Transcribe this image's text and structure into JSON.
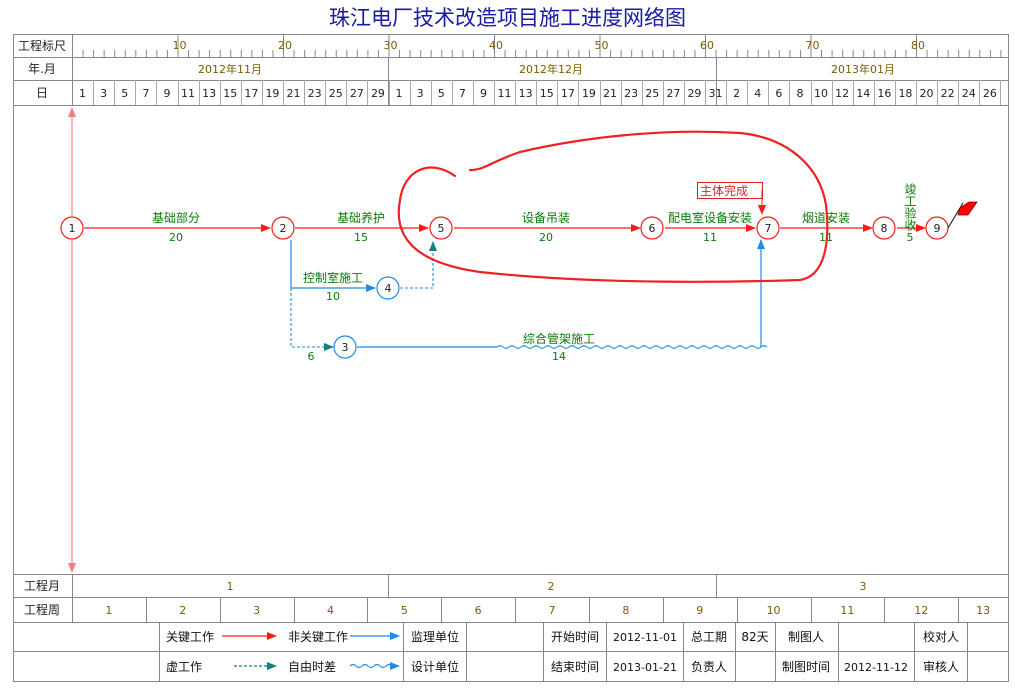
{
  "title": "珠江电厂技术改造项目施工进度网络图",
  "colors": {
    "critical": "#ff1a1a",
    "noncritical": "#1f8be6",
    "dummy": "#1f8be6",
    "label": "#0a7a0a",
    "header_text": "#7a5c00",
    "grid": "#888888",
    "annotation": "#ee2222"
  },
  "header": {
    "scale_label": "工程标尺",
    "scale_ticks": [
      "10",
      "20",
      "30",
      "40",
      "50",
      "60",
      "70",
      "80"
    ],
    "month_label": "年.月",
    "months": [
      "2012年11月",
      "2012年12月",
      "2013年01月"
    ],
    "day_label": "日",
    "days": [
      "1",
      "3",
      "5",
      "7",
      "9",
      "11",
      "13",
      "15",
      "17",
      "19",
      "21",
      "23",
      "25",
      "27",
      "29",
      "1",
      "3",
      "5",
      "7",
      "9",
      "11",
      "13",
      "15",
      "17",
      "19",
      "21",
      "23",
      "25",
      "27",
      "29",
      "31",
      "2",
      "4",
      "6",
      "8",
      "10",
      "12",
      "14",
      "16",
      "18",
      "20",
      "22",
      "24",
      "26"
    ]
  },
  "footer": {
    "month_label": "工程月",
    "months": [
      "1",
      "2",
      "3"
    ],
    "week_label": "工程周",
    "weeks": [
      "1",
      "2",
      "3",
      "4",
      "5",
      "6",
      "7",
      "8",
      "9",
      "10",
      "11",
      "12",
      "13"
    ]
  },
  "legend": {
    "critical": "关键工作",
    "noncritical": "非关键工作",
    "dummy": "虚工作",
    "free_float": "自由时差",
    "supervisor": "监理单位",
    "designer": "设计单位",
    "start_label": "开始时间",
    "start_value": "2012-11-01",
    "end_label": "结束时间",
    "end_value": "2013-01-21",
    "duration_label": "总工期",
    "duration_value": "82天",
    "owner_label": "负责人",
    "drawer_label": "制图人",
    "draw_time_label": "制图时间",
    "draw_time_value": "2012-11-12",
    "checker_label": "校对人",
    "reviewer_label": "审核人"
  },
  "network": {
    "nodes": [
      {
        "id": "1",
        "day": 1
      },
      {
        "id": "2",
        "day": 21
      },
      {
        "id": "5",
        "day": 36
      },
      {
        "id": "6",
        "day": 56
      },
      {
        "id": "7",
        "day": 67
      },
      {
        "id": "8",
        "day": 78
      },
      {
        "id": "9",
        "day": 83
      },
      {
        "id": "4",
        "day": 31
      },
      {
        "id": "3",
        "day": 27
      }
    ],
    "activities": [
      {
        "from": "1",
        "to": "2",
        "name": "基础部分",
        "duration": "20",
        "type": "critical"
      },
      {
        "from": "2",
        "to": "5",
        "name": "基础养护",
        "duration": "15",
        "type": "critical"
      },
      {
        "from": "5",
        "to": "6",
        "name": "设备吊装",
        "duration": "20",
        "type": "critical"
      },
      {
        "from": "6",
        "to": "7",
        "name": "配电室设备安装",
        "duration": "11",
        "type": "critical"
      },
      {
        "from": "7",
        "to": "8",
        "name": "烟道安装",
        "duration": "11",
        "type": "critical"
      },
      {
        "from": "8",
        "to": "9",
        "name": "竣工验收",
        "duration": "5",
        "type": "critical"
      },
      {
        "from": "2",
        "to": "4",
        "name": "控制室施工",
        "duration": "10",
        "type": "noncritical"
      },
      {
        "from": "2",
        "to": "3",
        "name": "",
        "duration": "6",
        "type": "dummy"
      },
      {
        "from": "3",
        "to": "7",
        "name": "综合管架施工",
        "duration": "14",
        "type": "noncritical"
      }
    ],
    "milestone": "主体完成"
  }
}
